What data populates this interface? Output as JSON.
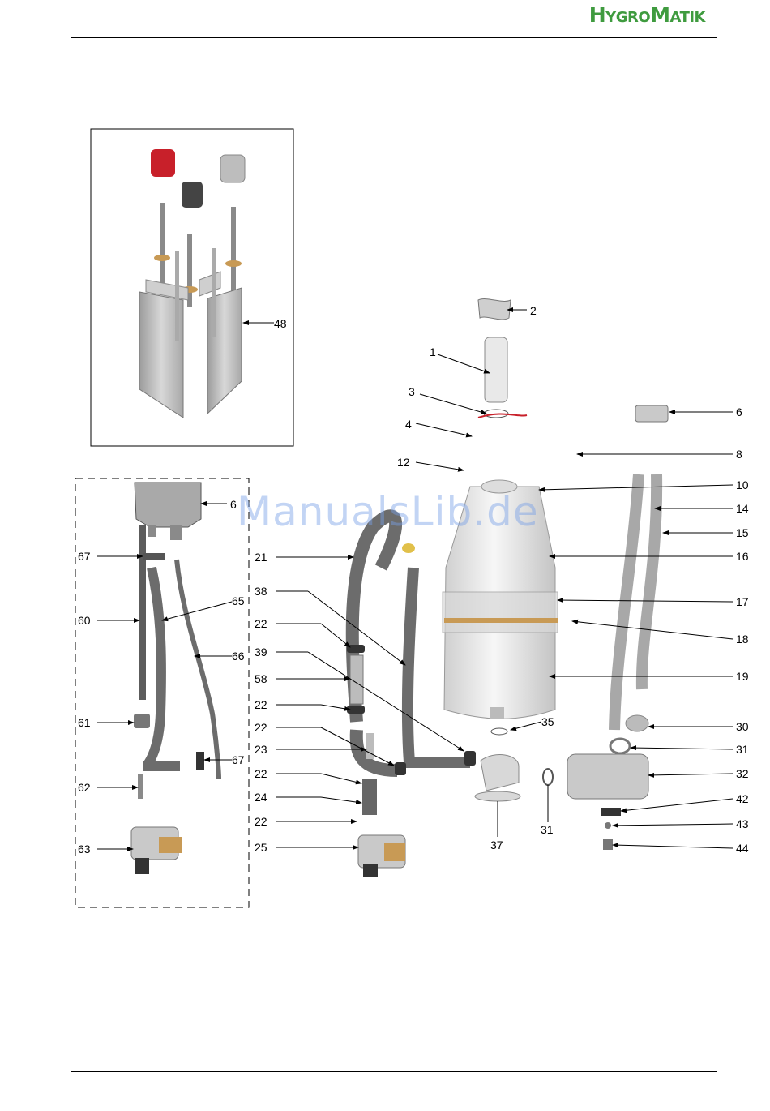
{
  "header": {
    "logo_text_1": "H",
    "logo_text_2": "YGRO",
    "logo_text_3": "M",
    "logo_text_4": "ATIK",
    "logo_color": "#3f9b3f"
  },
  "watermark": "ManualsLib.de",
  "labels": {
    "l1": "1",
    "l2": "2",
    "l3": "3",
    "l4": "4",
    "l6a": "6",
    "l6b": "6",
    "l8": "8",
    "l10": "10",
    "l12": "12",
    "l14": "14",
    "l15": "15",
    "l16": "16",
    "l17": "17",
    "l18": "18",
    "l19": "19",
    "l21": "21",
    "l22a": "22",
    "l22b": "22",
    "l22c": "22",
    "l22d": "22",
    "l22e": "22",
    "l23": "23",
    "l24": "24",
    "l25": "25",
    "l30": "30",
    "l31a": "31",
    "l31b": "31",
    "l32": "32",
    "l35": "35",
    "l37": "37",
    "l38": "38",
    "l39": "39",
    "l42": "42",
    "l43": "43",
    "l44": "44",
    "l48": "48",
    "l58": "58",
    "l60": "60",
    "l61": "61",
    "l62": "62",
    "l63": "63",
    "l65": "65",
    "l66": "66",
    "l67a": "67",
    "l67b": "67"
  },
  "colors": {
    "line": "#000000",
    "part_gray": "#b9b9b9",
    "hose": "#6c6c6c",
    "cylinder": "#eeeeee",
    "cap_red": "#c8202a",
    "cap_dark": "#444444",
    "cap_light": "#bdbdbd",
    "brass": "#c89a55"
  }
}
